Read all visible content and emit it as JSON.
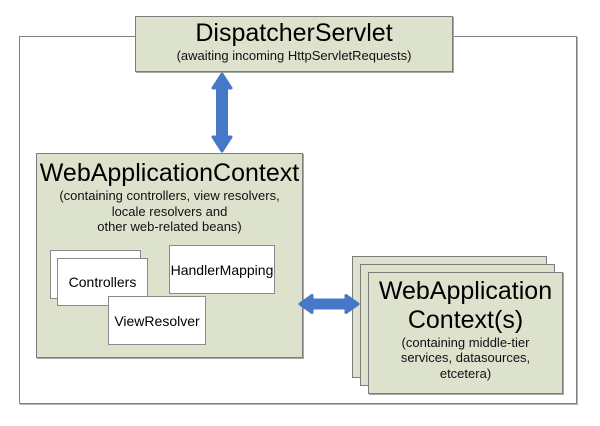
{
  "colors": {
    "box_fill": "#dde2cd",
    "box_border": "#7d7d7d",
    "white_box_fill": "#ffffff",
    "arrow_blue": "#4678c8",
    "boundary_border": "#808080"
  },
  "dispatcher_servlet": {
    "title": "DispatcherServlet",
    "subtitle": "(awaiting incoming HttpServletRequests)"
  },
  "web_application_context": {
    "title": "WebApplicationContext",
    "subtitle_lines": [
      "(containing controllers, view resolvers,",
      "locale resolvers and",
      "other web-related beans)"
    ],
    "beans": {
      "controllers_label": "Controllers",
      "handler_mapping_label": "HandlerMapping",
      "view_resolver_label": "ViewResolver"
    }
  },
  "root_contexts": {
    "title_lines": [
      "WebApplication",
      "Context(s)"
    ],
    "subtitle_lines": [
      "(containing middle-tier",
      "services, datasources,",
      "etcetera)"
    ]
  },
  "connections": [
    {
      "from": "DispatcherServlet",
      "to": "WebApplicationContext",
      "type": "bidirectional",
      "orientation": "vertical"
    },
    {
      "from": "WebApplicationContext",
      "to": "WebApplication Context(s)",
      "type": "bidirectional",
      "orientation": "horizontal"
    }
  ]
}
